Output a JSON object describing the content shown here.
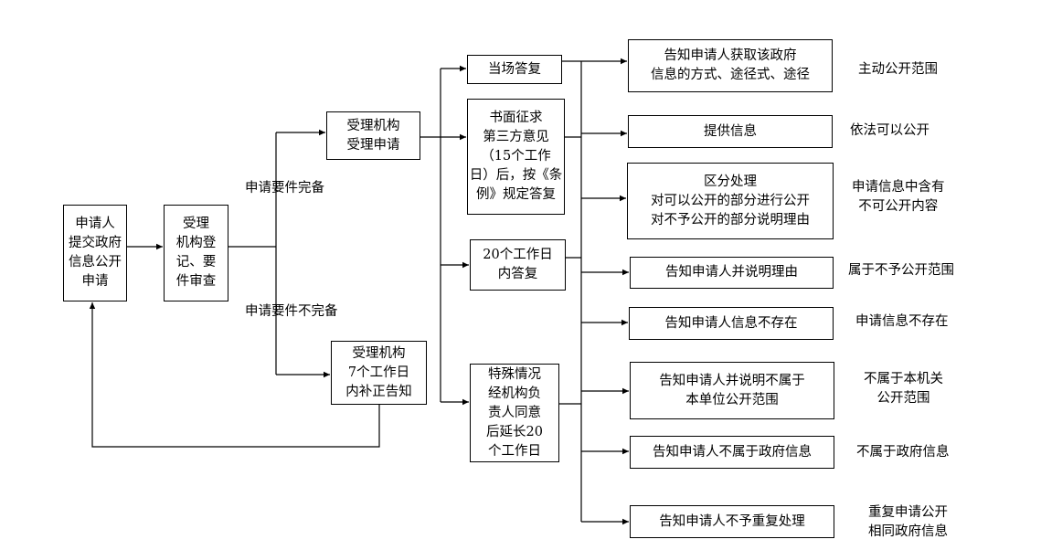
{
  "boxes": {
    "applicant": "申请人\n提交政府\n信息公开\n申请",
    "register": "受理\n机构登\n记、要\n件审查",
    "accept": "受理机构\n受理申请",
    "supplement": "受理机构\n7个工作日\n内补正告知",
    "onsite": "当场答复",
    "written": "书面征求\n第三方意见\n（15个工作\n日）后，按《条\n例》规定答复",
    "days20": "20个工作日\n内答复",
    "special": "特殊情况\n经机构负\n责人同意\n后延长20\n个工作日",
    "r1": "告知申请人获取该政府\n信息的方式、途径式、途径",
    "r2": "提供信息",
    "r3": "区分处理\n对可以公开的部分进行公开\n对不予公开的部分说明理由",
    "r4": "告知申请人并说明理由",
    "r5": "告知申请人信息不存在",
    "r6": "告知申请人并说明不属于\n本单位公开范围",
    "r7": "告知申请人不属于政府信息",
    "r8": "告知申请人不予重复处理"
  },
  "labels": {
    "complete": "申请要件完备",
    "incomplete": "申请要件不完备",
    "c1": "主动公开范围",
    "c2": "依法可以公开",
    "c3": "申请信息中含有\n不可公开内容",
    "c4": "属于不予公开范围",
    "c5": "申请信息不存在",
    "c6": "不属于本机关\n公开范围",
    "c7": "不属于政府信息",
    "c8": "重复申请公开\n相同政府信息"
  }
}
